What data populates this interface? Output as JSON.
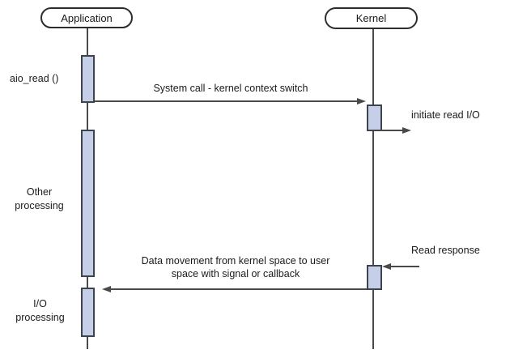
{
  "diagram": {
    "actors": [
      {
        "label": "Application"
      },
      {
        "label": "Kernel"
      }
    ],
    "annotations": {
      "aio_read": "aio_read ()",
      "other_processing": "Other\nprocessing",
      "io_processing": "I/O\nprocessing"
    },
    "messages": {
      "system_call": "System call - kernel context switch",
      "initiate_read_io": "initiate read I/O",
      "read_response": "Read response",
      "data_movement": "Data movement from kernel space to user\nspace with signal or callback"
    },
    "colors": {
      "activation_fill": "#c6cfe8",
      "activation_border": "#3e434e",
      "line": "#4a4a4a",
      "text": "#1a1a1a"
    }
  }
}
